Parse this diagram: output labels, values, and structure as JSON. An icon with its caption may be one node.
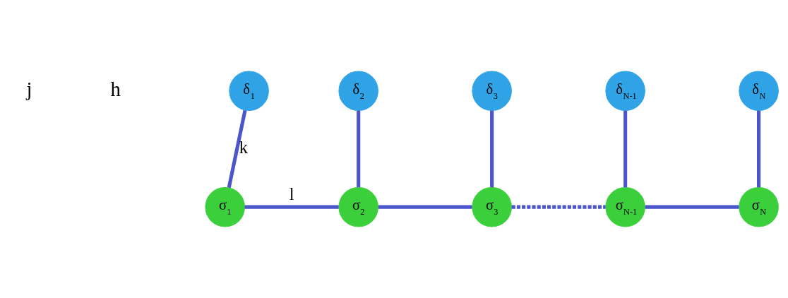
{
  "diagram": {
    "nodes": [
      {
        "text": [
          "δ$_{1}$"
        ]
      },
      {
        "text": [
          "δ$_{2}$"
        ]
      },
      {
        "text": [
          "δ$_{3}$"
        ]
      },
      {
        "text": [
          "δ$_{N-1}$"
        ]
      },
      {
        "text": [
          "δ$_{N}$"
        ]
      },
      {
        "text": [
          "σ$_{1}$"
        ]
      },
      {
        "text": [
          "σ$_{2}$"
        ]
      },
      {
        "text": [
          "σ$_{3}$"
        ]
      },
      {
        "text": [
          "σ$_{N-1}$"
        ]
      },
      {
        "text": [
          "σ$_{N}$"
        ]
      }
    ],
    "edges": [
      {
        "from": 0,
        "to": 5,
        "arrow": "none",
        "label": "k"
      },
      {
        "from": 1,
        "to": 6,
        "arrow": "none"
      },
      {
        "from": 2,
        "to": 7,
        "arrow": "none"
      },
      {
        "from": 3,
        "to": 8,
        "arrow": "none"
      },
      {
        "from": 4,
        "to": 9,
        "arrow": "none"
      },
      {
        "from": 5,
        "to": 6,
        "arrow": "none",
        "label": "l"
      },
      {
        "from": 6,
        "to": 7,
        "arrow": "none"
      },
      {
        "from": 7,
        "to": 8,
        "arrow": "none",
        "style": "dashed"
      },
      {
        "from": 8,
        "to": 9,
        "arrow": "none"
      }
    ],
    "labels": [
      "h",
      "j"
    ]
  }
}
